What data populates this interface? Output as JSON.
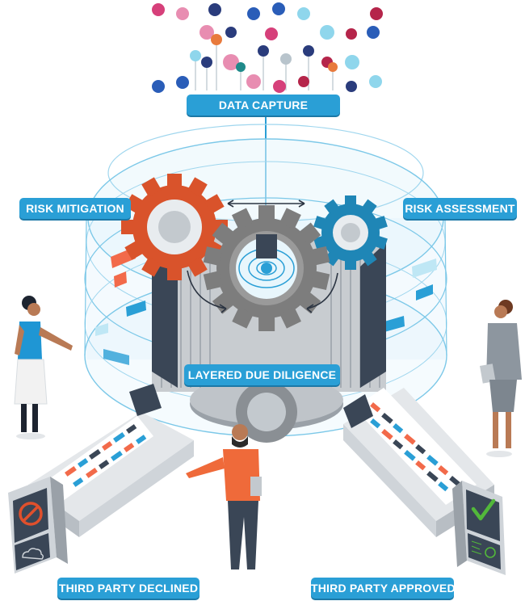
{
  "labels": {
    "data_capture": "DATA CAPTURE",
    "risk_mitigation": "RISK MITIGATION",
    "risk_assessment": "RISK ASSESSMENT",
    "layered_due_diligence": "LAYERED DUE DILIGENCE",
    "third_party_declined": "THIRD PARTY DECLINED",
    "third_party_approved": "THIRD PARTY APPROVED"
  },
  "icons": {
    "declined": "prohibited-icon",
    "approved": "checkmark-icon"
  },
  "colors": {
    "label_blue": "#2a9fd6",
    "gear_orange": "#d9532b",
    "gear_teal": "#1f86b6",
    "gear_gray": "#7d7d7d",
    "approve_green": "#52b83a",
    "decline_orange": "#e0502c"
  }
}
